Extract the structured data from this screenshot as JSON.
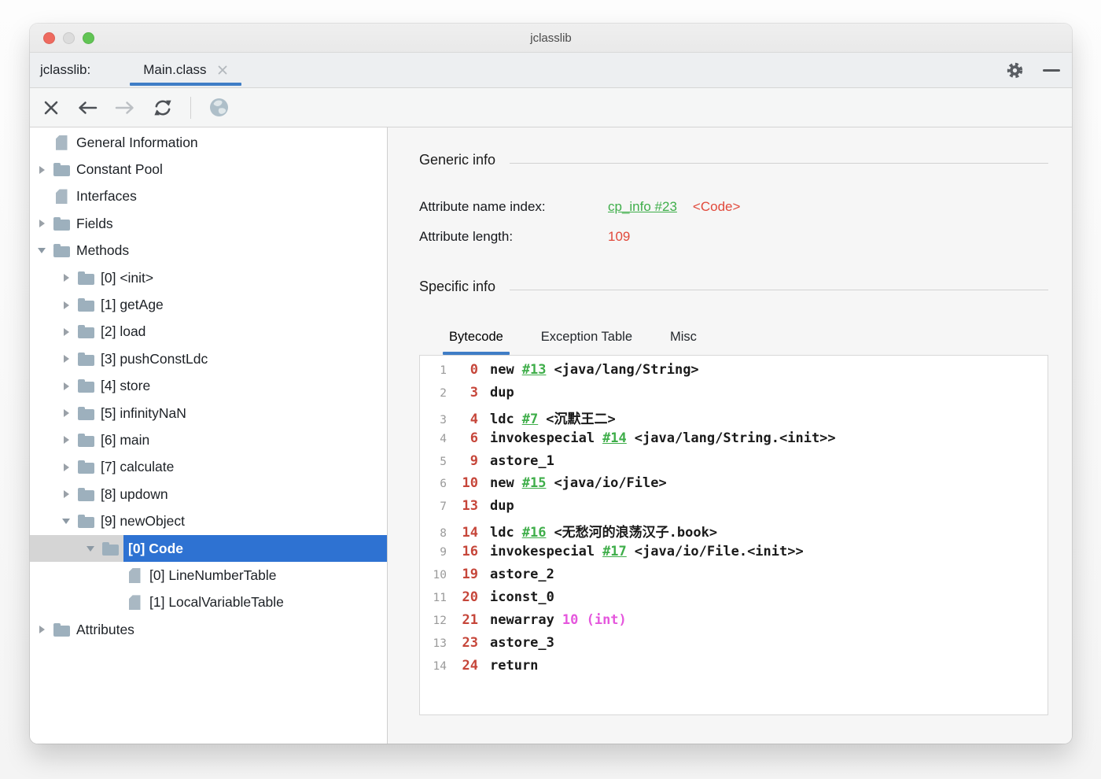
{
  "window": {
    "title": "jclasslib"
  },
  "tab_bar": {
    "app_label": "jclasslib:",
    "tab_label": "Main.class"
  },
  "colors": {
    "accent_blue": "#3f7dc6",
    "selection_blue": "#2e72d2",
    "link_green": "#3fae4a",
    "value_red": "#e1493b",
    "offset_red": "#c6463a",
    "operand_magenta": "#e557dd"
  },
  "toolbar": {
    "icons": [
      "close-icon",
      "back-arrow-icon",
      "forward-arrow-icon",
      "refresh-icon",
      "globe-icon"
    ]
  },
  "tree": {
    "items": [
      {
        "label": "General Information",
        "level": 0,
        "icon": "document",
        "arrow": "none",
        "selected": false
      },
      {
        "label": "Constant Pool",
        "level": 0,
        "icon": "folder",
        "arrow": "collapsed",
        "selected": false
      },
      {
        "label": "Interfaces",
        "level": 0,
        "icon": "document",
        "arrow": "none",
        "selected": false
      },
      {
        "label": "Fields",
        "level": 0,
        "icon": "folder",
        "arrow": "collapsed",
        "selected": false
      },
      {
        "label": "Methods",
        "level": 0,
        "icon": "folder",
        "arrow": "expanded",
        "selected": false
      },
      {
        "label": "[0] <init>",
        "level": 1,
        "icon": "folder",
        "arrow": "collapsed",
        "selected": false
      },
      {
        "label": "[1] getAge",
        "level": 1,
        "icon": "folder",
        "arrow": "collapsed",
        "selected": false
      },
      {
        "label": "[2] load",
        "level": 1,
        "icon": "folder",
        "arrow": "collapsed",
        "selected": false
      },
      {
        "label": "[3] pushConstLdc",
        "level": 1,
        "icon": "folder",
        "arrow": "collapsed",
        "selected": false
      },
      {
        "label": "[4] store",
        "level": 1,
        "icon": "folder",
        "arrow": "collapsed",
        "selected": false
      },
      {
        "label": "[5] infinityNaN",
        "level": 1,
        "icon": "folder",
        "arrow": "collapsed",
        "selected": false
      },
      {
        "label": "[6] main",
        "level": 1,
        "icon": "folder",
        "arrow": "collapsed",
        "selected": false
      },
      {
        "label": "[7] calculate",
        "level": 1,
        "icon": "folder",
        "arrow": "collapsed",
        "selected": false
      },
      {
        "label": "[8] updown",
        "level": 1,
        "icon": "folder",
        "arrow": "collapsed",
        "selected": false
      },
      {
        "label": "[9] newObject",
        "level": 1,
        "icon": "folder",
        "arrow": "expanded",
        "selected": false
      },
      {
        "label": "[0] Code",
        "level": 2,
        "icon": "folder",
        "arrow": "expanded",
        "selected": true
      },
      {
        "label": "[0] LineNumberTable",
        "level": 3,
        "icon": "document",
        "arrow": "none",
        "selected": false
      },
      {
        "label": "[1] LocalVariableTable",
        "level": 3,
        "icon": "document",
        "arrow": "none",
        "selected": false
      },
      {
        "label": "Attributes",
        "level": 0,
        "icon": "folder",
        "arrow": "collapsed",
        "selected": false
      }
    ]
  },
  "generic_info": {
    "title": "Generic info",
    "attribute_name_index": {
      "label": "Attribute name index:",
      "link": "cp_info #23",
      "value": "<Code>"
    },
    "attribute_length": {
      "label": "Attribute length:",
      "value": "109"
    }
  },
  "specific_info": {
    "title": "Specific info",
    "tabs": [
      "Bytecode",
      "Exception Table",
      "Misc"
    ],
    "active_tab": "Bytecode"
  },
  "bytecode": {
    "lines": [
      {
        "line": 1,
        "offset": "0",
        "opcode": "new",
        "link": "#13",
        "operand": "<java/lang/String>"
      },
      {
        "line": 2,
        "offset": "3",
        "opcode": "dup"
      },
      {
        "line": 3,
        "offset": "4",
        "opcode": "ldc",
        "link": "#7",
        "operand": "<沉默王二>"
      },
      {
        "line": 4,
        "offset": "6",
        "opcode": "invokespecial",
        "link": "#14",
        "operand": "<java/lang/String.<init>>"
      },
      {
        "line": 5,
        "offset": "9",
        "opcode": "astore_1"
      },
      {
        "line": 6,
        "offset": "10",
        "opcode": "new",
        "link": "#15",
        "operand": "<java/io/File>"
      },
      {
        "line": 7,
        "offset": "13",
        "opcode": "dup"
      },
      {
        "line": 8,
        "offset": "14",
        "opcode": "ldc",
        "link": "#16",
        "operand": "<无愁河的浪荡汉子.book>"
      },
      {
        "line": 9,
        "offset": "16",
        "opcode": "invokespecial",
        "link": "#17",
        "operand": "<java/io/File.<init>>"
      },
      {
        "line": 10,
        "offset": "19",
        "opcode": "astore_2"
      },
      {
        "line": 11,
        "offset": "20",
        "opcode": "iconst_0"
      },
      {
        "line": 12,
        "offset": "21",
        "opcode": "newarray",
        "operand": "10 (int)",
        "operand_style": "magenta"
      },
      {
        "line": 13,
        "offset": "23",
        "opcode": "astore_3"
      },
      {
        "line": 14,
        "offset": "24",
        "opcode": "return"
      }
    ]
  }
}
